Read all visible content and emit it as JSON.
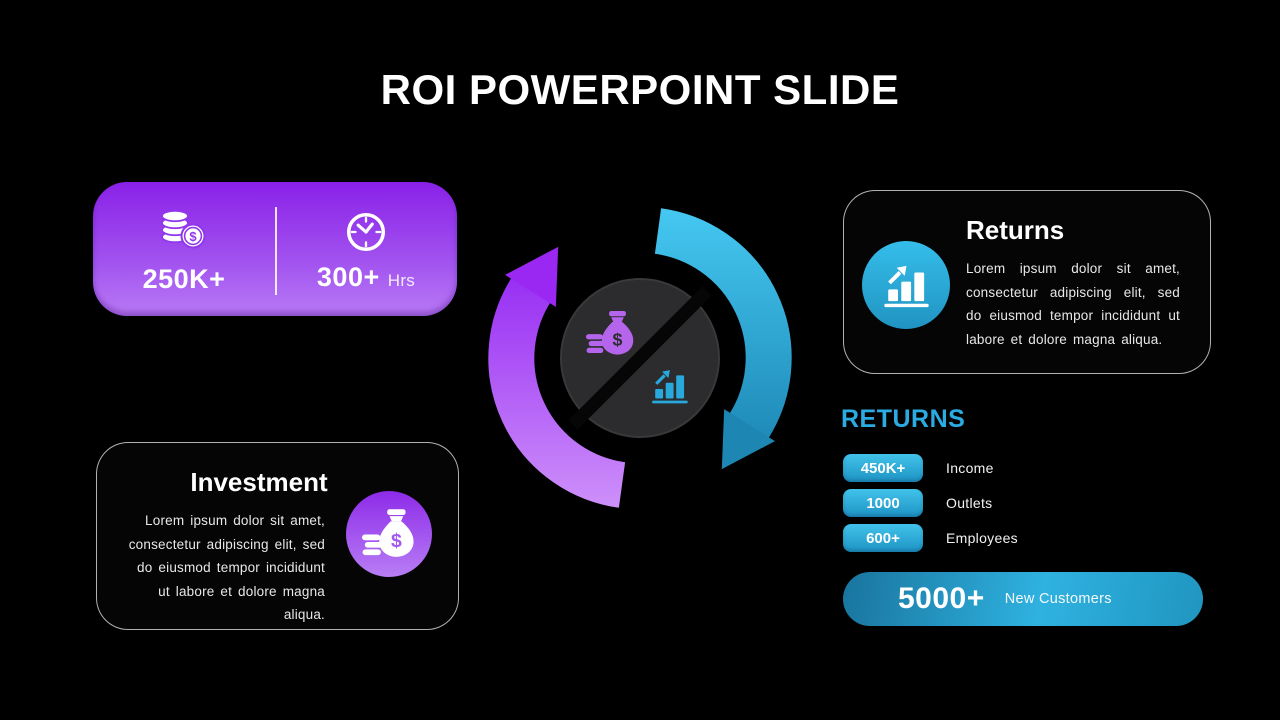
{
  "title": "ROI POWERPOINT SLIDE",
  "stat_card": {
    "investment_value": "250K+",
    "hours_value": "300+",
    "hours_unit": "Hrs"
  },
  "returns_card": {
    "title": "Returns",
    "body": "Lorem ipsum dolor sit amet, consectetur adipiscing elit, sed do eiusmod tempor incididunt ut labore et dolore magna aliqua."
  },
  "investment_card": {
    "title": "Investment",
    "body": "Lorem ipsum dolor sit amet, consectetur adipiscing elit, sed do eiusmod tempor incididunt ut labore et dolore magna aliqua."
  },
  "returns_stats": {
    "heading": "RETURNS",
    "items": [
      {
        "value": "450K+",
        "label": "Income"
      },
      {
        "value": "1000",
        "label": "Outlets"
      },
      {
        "value": "600+",
        "label": "Employees"
      }
    ],
    "highlight": {
      "value": "5000+",
      "label": "New Customers"
    }
  },
  "icons": {
    "currency_symbol": "$",
    "stat_card_left": "coins-dollar-icon",
    "stat_card_right": "clock-icon",
    "cycle_top": "money-bag-icon",
    "cycle_bottom": "growth-chart-icon",
    "returns_card_icon": "growth-chart-icon",
    "investment_card_icon": "money-bag-icon"
  },
  "colors": {
    "background": "#000000",
    "purple_dark": "#8a21e8",
    "purple_light": "#b87af5",
    "blue": "#29a8dc",
    "blue_heading": "#2aabe2"
  }
}
